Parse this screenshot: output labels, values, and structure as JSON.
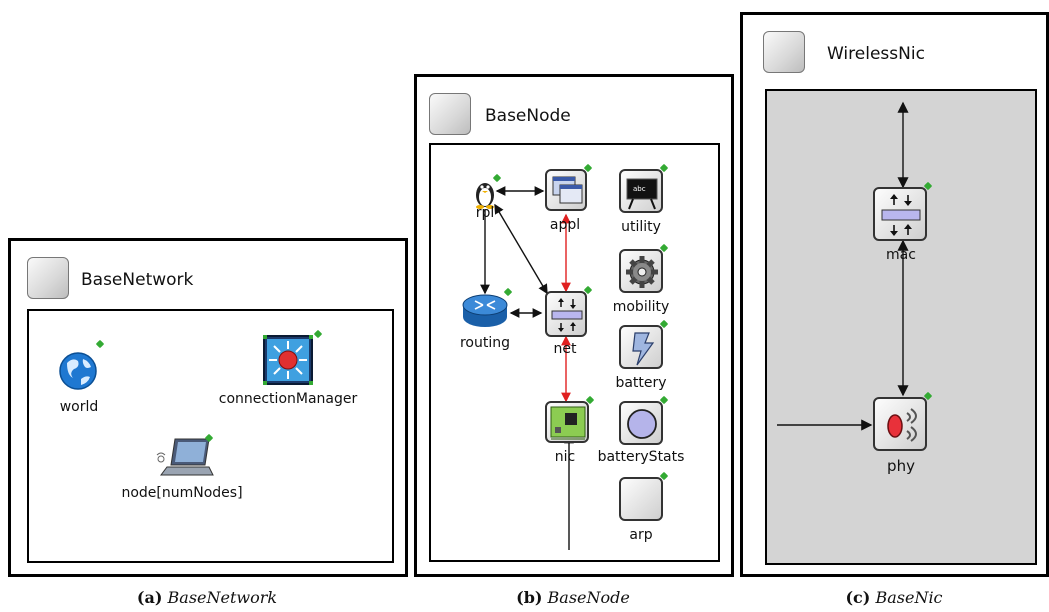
{
  "panel_a": {
    "title": "BaseNetwork",
    "modules": {
      "world": "world",
      "connection_manager": "connectionManager",
      "node": "node[numNodes]"
    },
    "caption_letter": "(a)",
    "caption_name": "BaseNetwork"
  },
  "panel_b": {
    "title": "BaseNode",
    "modules": {
      "rpl": "rpl",
      "appl": "appl",
      "utility": "utility",
      "mobility": "mobility",
      "routing": "routing",
      "net": "net",
      "battery": "battery",
      "nic": "nic",
      "battery_stats": "batteryStats",
      "arp": "arp"
    },
    "caption_letter": "(b)",
    "caption_name": "BaseNode"
  },
  "panel_c": {
    "title": "WirelessNic",
    "modules": {
      "mac": "mac",
      "phy": "phy"
    },
    "caption_letter": "(c)",
    "caption_name": "BaseNic"
  },
  "colors": {
    "arrow_black": "#111111",
    "arrow_red": "#e02020",
    "nic_background": "#d4d4d4"
  }
}
